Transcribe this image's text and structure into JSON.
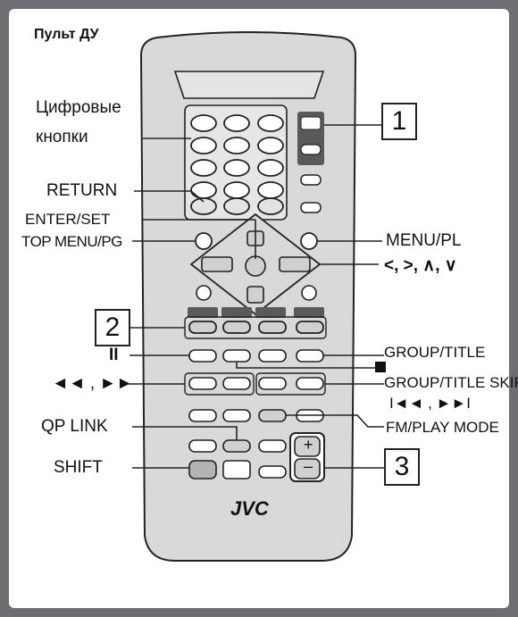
{
  "title": "Пульт ДУ",
  "brand": "JVC",
  "labels": {
    "numeric_1": "Цифровые",
    "numeric_2": "кнопки",
    "return": "RETURN",
    "enter_set": "ENTER/SET",
    "top_menu": "TOP MENU/PG",
    "menu_pl": "MENU/PL",
    "cursor": "<, >, ∧, ∨",
    "pause": "II",
    "rew_ff": "◄◄ , ►►",
    "group_title": "GROUP/TITLE",
    "stop": "■",
    "group_title_skip": "GROUP/TITLE SKIP",
    "skip_prev_next": "I◄◄ , ►►I",
    "fm_play_mode": "FM/PLAY MODE",
    "qp_link": "QP LINK",
    "shift": "SHIFT",
    "vol_plus": "+",
    "vol_minus": "–"
  },
  "callouts": [
    "1",
    "2",
    "3"
  ],
  "colors": {
    "remote_body": "#d9d9d9",
    "dark_block": "#5a5a5a",
    "frame": "#6d6e71"
  }
}
